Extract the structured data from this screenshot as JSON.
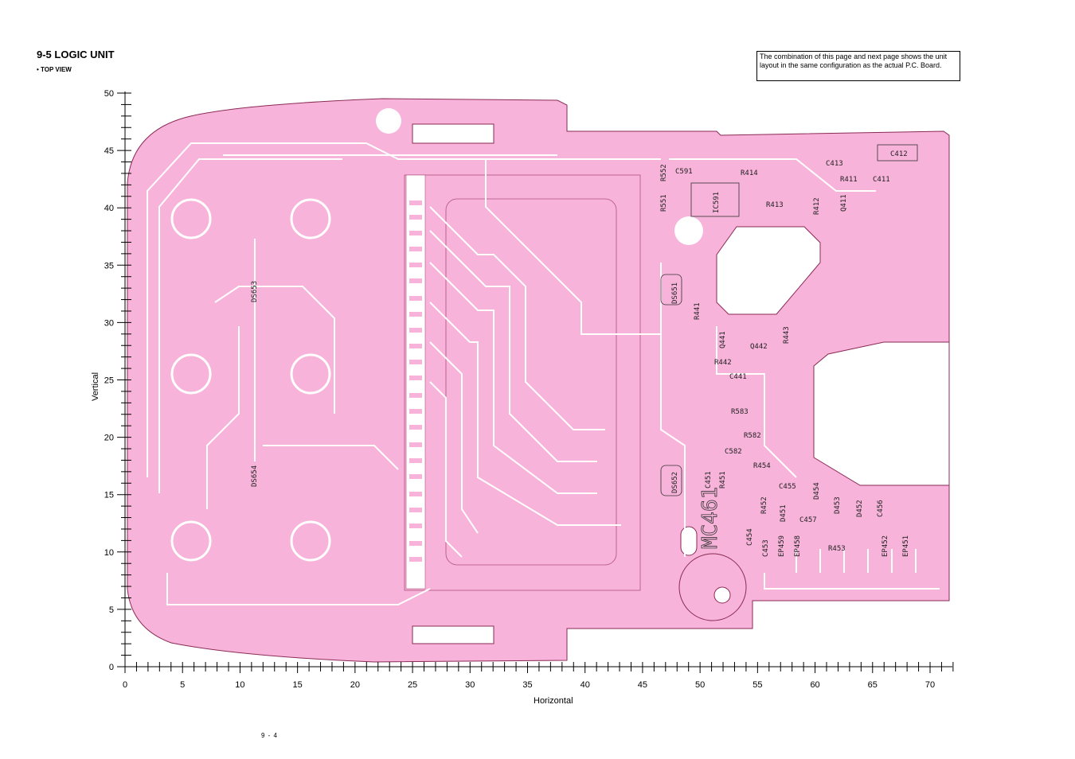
{
  "header": {
    "title": "9-5 LOGIC UNIT",
    "subtitle": "• TOP VIEW",
    "note": "The combination of this page and next page shows the unit layout in the same configuration as the actual P.C. Board."
  },
  "axes": {
    "x_title": "Horizontal",
    "y_title": "Vertical",
    "x_ticks": [
      "0",
      "5",
      "10",
      "15",
      "20",
      "25",
      "30",
      "35",
      "40",
      "45",
      "50",
      "55",
      "60",
      "65",
      "70"
    ],
    "y_ticks": [
      "0",
      "5",
      "10",
      "15",
      "20",
      "25",
      "30",
      "35",
      "40",
      "45",
      "50"
    ]
  },
  "board": {
    "silkscreen": "MC461",
    "colors": {
      "copper": "#f7b3d9",
      "trace": "#ffffff",
      "outline": "#8a2a55"
    },
    "components": [
      "C412",
      "C413",
      "R411",
      "C411",
      "R552",
      "C591",
      "R414",
      "R551",
      "IC591",
      "R413",
      "R412",
      "Q411",
      "DS651",
      "R441",
      "Q441",
      "Q442",
      "R443",
      "R442",
      "C441",
      "R583",
      "R582",
      "C582",
      "R454",
      "DS652",
      "C451",
      "R451",
      "C455",
      "D454",
      "R452",
      "D451",
      "D453",
      "D452",
      "C456",
      "C457",
      "C454",
      "C453",
      "EP459",
      "EP458",
      "R453",
      "EP452",
      "EP451",
      "DS653",
      "DS654"
    ]
  },
  "footer": {
    "page": "9 - 4"
  }
}
